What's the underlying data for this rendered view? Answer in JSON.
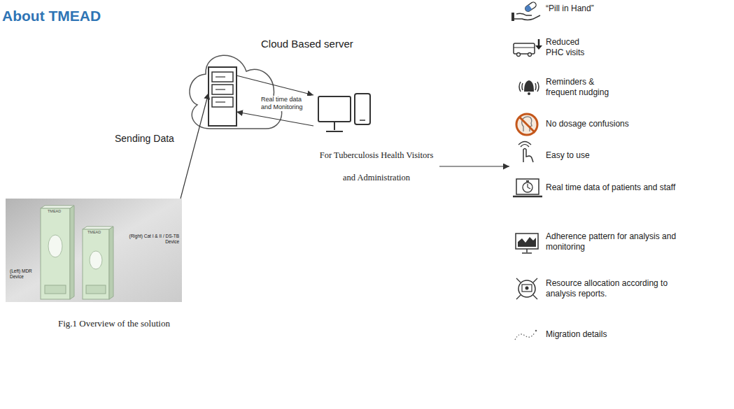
{
  "diagram": {
    "title": "About TMEAD",
    "caption": "Fig.1 Overview of the solution",
    "nodes": [
      {
        "text": [
          "(Left) MDR Device",
          "(Right) Cat I & II / DS-TB Device"
        ]
      },
      {
        "text": [
          "Cloud Based server"
        ]
      },
      {
        "text": [
          "For Tuberculosis Health Visitors and Administration"
        ]
      },
      {
        "text": [
          "“Pill in Hand”",
          "Reduced PHC visits",
          "Reminders & frequent nudging",
          "No dosage confusions",
          "Easy to use",
          "Real time data of patients and staff",
          "Adherence pattern for analysis and monitoring",
          "Resource allocation according to analysis reports.",
          "Migration details"
        ]
      }
    ],
    "edges": [
      {
        "from": 0,
        "to": 1,
        "arrow": "to",
        "label": "Sending Data"
      },
      {
        "from": 1,
        "to": 2,
        "arrow": "to",
        "label": "Real time data and Monitoring"
      },
      {
        "from": 2,
        "to": 1,
        "arrow": "to"
      },
      {
        "from": 2,
        "to": 3,
        "arrow": "to"
      }
    ],
    "labels": [
      "TMEAD",
      "TMEAD"
    ]
  }
}
